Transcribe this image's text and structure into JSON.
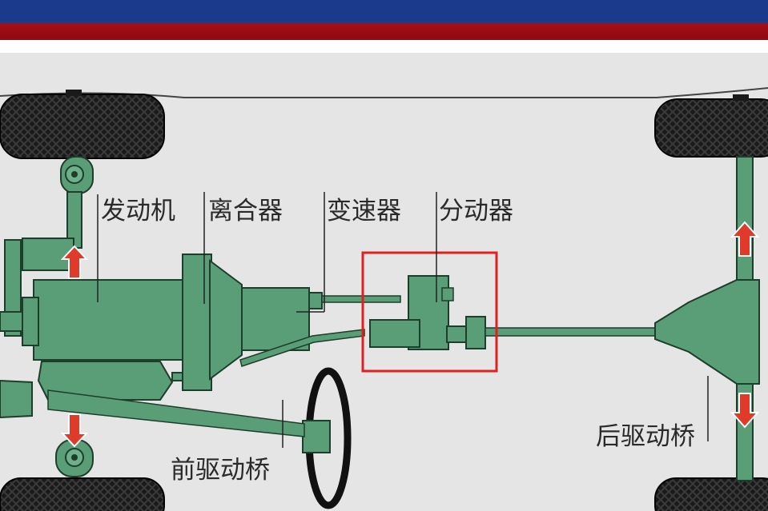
{
  "header": {
    "title": "",
    "background_color": "#1c3a8c",
    "stripe_color": "#a80e16"
  },
  "labels": {
    "engine": "发动机",
    "clutch": "离合器",
    "transmission": "变速器",
    "transfer_case": "分动器",
    "front_axle": "前驱动桥",
    "rear_axle": "后驱动桥"
  },
  "colors": {
    "component_green": "#5a9e78",
    "outline": "#1e3d2a",
    "highlight_box": "#e0201e",
    "arrow": "#e03a2a",
    "background": "#e5e5e6"
  }
}
